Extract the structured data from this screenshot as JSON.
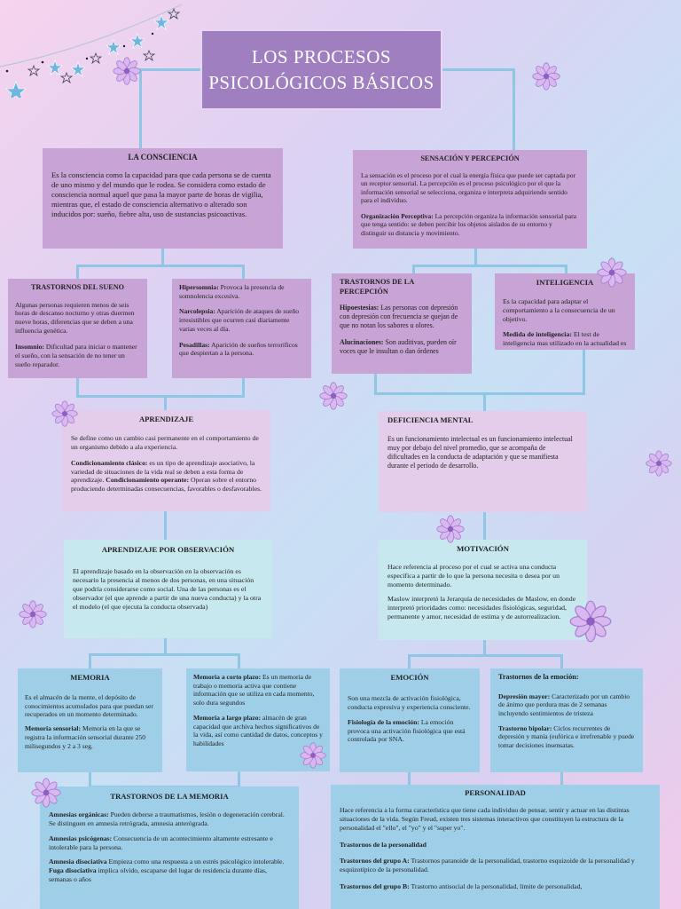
{
  "title": "LOS PROCESOS\nPSICOLÓGICOS BÁSICOS",
  "colors": {
    "connector": "#8fc6e3",
    "title_bg": "#a07fc1",
    "dark_purple": "#bb8fc9",
    "pink": "#e3cdea",
    "cyan": "#c8e8ef",
    "blue": "#9fcfe8"
  },
  "consciencia": {
    "title": "LA CONSCIENCIA",
    "text": "Es la consciencia como la capacidad para que cada persona se de cuenta de uno mismo y del mundo que le rodea. Se considera como estado de consciencia normal aquel que pasa la mayor parte de horas de vigilia, mientras que, el estado de consciencia alternativo o alterado son inducidos por: sueño, fiebre alta, uso de sustancias psicoactivas."
  },
  "sensacion": {
    "title": "SENSACIÓN Y PERCEPCIÓN",
    "text": "La sensación es el proceso por el cual la energía física que puede ser captada por un receptor sensorial. La percepción es el proceso psicológico por el que la información sensorial se selecciona, organiza e interpreta adquiriendo sentido para el individuo.",
    "term": "Organización Perceptiva:",
    "term_text": " La percepción organiza la información sensorial para que tenga sentido: se deben percibir los objetos aislados de su entorno y distinguir su distancia y movimiento."
  },
  "sueno": {
    "title": "TRASTORNOS DEL SUENO",
    "text": "Algunas personas requieren menos de seis horas de descanso nocturno y otras duermen nueve horas, diferencias que se deben a una influencia genética.",
    "term": "Insomnio:",
    "term_text": " Dificultad para iniciar o mantener el sueño, con la sensación de no tener un sueño reparador."
  },
  "sueno2": {
    "t1": "Hipersomnia:",
    "d1": " Provoca la presencia de somnolencia excesiva.",
    "t2": "Narcolepsia:",
    "d2": " Aparición de ataques de sueño irresistibles que ocurren casi diariamente varias veces al día.",
    "t3": "Pesadillas:",
    "d3": " Aparición de sueños terroríficos que despiertan a la persona."
  },
  "percepcion": {
    "title": "TRASTORNOS DE LA PERCEPCIÓN",
    "t1": "Hipoestesias:",
    "d1": " Las personas con depresión con depresión con frecuencia se quejan de que no notan los sabores u olores.",
    "t2": "Alucinaciones:",
    "d2": " Son auditivas, pueden oír voces que le insultan o dan órdenes"
  },
  "inteligencia": {
    "title": "INTELIGENCIA",
    "text": "Es la capacidad para adaptar el comportamiento a la consecuencia de un objetivo.",
    "term": "Medida de inteligencia:",
    "term_text": " El test de inteligencia mas utilizado en la actualidad es la Escala Wechsler de Inteligencia para Adultos. (WAIS)"
  },
  "aprendizaje": {
    "title": "APRENDIZAJE",
    "text": "Se define como un cambio casi permanente en el comportamiento de un organismo debido a ala experiencia.",
    "t1": "Condicionamiento clásico:",
    "d1": " es un tipo de aprendizaje asociativo, la variedad de situaciones de la vida real se deben a esta forma de aprendizaje. ",
    "t2": "Condicionamiento operante:",
    "d2": " Operan sobre el entorno produciendo determinadas consecuencias, favorables o desfavorables."
  },
  "deficiencia": {
    "title": "DEFICIENCIA MENTAL",
    "text": "Es un funcionamiento intelectual es un funcionamiento intelectual muy por debajo del nivel promedio, que se acompaña de dificultades en la conducta de adaptación y que se manifiesta durante el periodo de desarrollo."
  },
  "observacion": {
    "title": "APRENDIZAJE POR OBSERVACIÓN",
    "text": "El aprendizaje basado en la observación en la observación es necesario la presencia al menos de dos personas, en una situación que podría considerarse como social. Una de las personas es el observador (el que aprende a partir de una nueva conducta) y la otra el modelo (el que ejecuta la conducta observada)"
  },
  "motivacion": {
    "title": "MOTIVACIÓN",
    "text": "Hace referencia al proceso por el cual se activa una conducta específica a partir de lo que la persona necesita o desea por un momento determinado.",
    "text2": "Maslow interpretó la Jerarquía de necesidades de Maslow, en donde interpretó prioridades como: necesidades fisiológicas, seguridad, permanente y amor, necesidad de estima y de autorrealizacion."
  },
  "memoria": {
    "title": "MEMORIA",
    "text": "Es el almacén de la mente, el depósito de conocimientos acumulados para que puedan ser recuperados en un momento determinado.",
    "term": "Memoria sensorial:",
    "term_text": " Memoria en la que se registra la información sensorial durante 250 milisegundos y 2 a 3 seg."
  },
  "memoria2": {
    "t1": "Memoria a corto plazo:",
    "d1": " Es un memoria de trabajo o memoria activa que contiene información que se utiliza en cada momento, solo dura segundos",
    "t2": "Memoria a largo plazo:",
    "d2": " almacén de gran capacidad que archiva hechos significativos de la vida, así como cantidad de datos, conceptos y habilidades"
  },
  "emocion": {
    "title": "EMOCIÓN",
    "text": "Son una mezcla de activación fisiológica, conducta expresiva y experiencia consciente.",
    "term": "Fisiología de la emoción:",
    "term_text": " La emoción provoca una activación fisiológica que está controlada por SNA."
  },
  "emocion2": {
    "title": "Trastornos de la emoción:",
    "t1": "Depresión mayor:",
    "d1": " Caracterizado por un cambio de ánimo que perdura mas de 2 semanas incluyendo sentimientos de tristeza",
    "t2": "Trastorno bipolar:",
    "d2": " Ciclos recurrentes de depresión y manía (eufórica e irrefrenable y puede tomar decisiones insensatas."
  },
  "trast_memoria": {
    "title": "TRASTORNOS DE LA MEMORIA",
    "t1": "Amnesias orgánicas:",
    "d1": " Pueden deberse a traumatismos, lesión o degeneración cerebral. Se distinguen en amnesia retrógrada, amnesia anterógrada.",
    "t2": "Amnesias psicógenas:",
    "d2": " Consecuencia de un acontecimiento altamente estresante e intolerable para la persona.",
    "t3": "Amnesia disociativa",
    "d3": " Empieza como una respuesta a un estrés psicológico intolerable. ",
    "t4": "Fuga disociativa",
    "d4": " implica olvido, escaparse del lugar de residencia durante días, semanas o años"
  },
  "personalidad": {
    "title": "PERSONALIDAD",
    "text": "Hace referencia a la forma característica que tiene cada individuo de pensar, sentir y actuar en las distintas situaciones de la vida. Según Freud, existen tres sistemas interactivos que constituyen la estructura de la personalidad el \"ello\", el \"yo\" y el \"super yo\".",
    "subtitle": "Trastornos de la personalidad",
    "t1": "Trastornos del grupo A:",
    "d1": " Trastornos paranoide de la personalidad, trastorno esquizoide de la personalidad y esquizotípico de la personalidad.",
    "t2": "Trastornos del grupo B:",
    "d2": " Trastorno antisocial de la personalidad, limite de personalidad,"
  }
}
